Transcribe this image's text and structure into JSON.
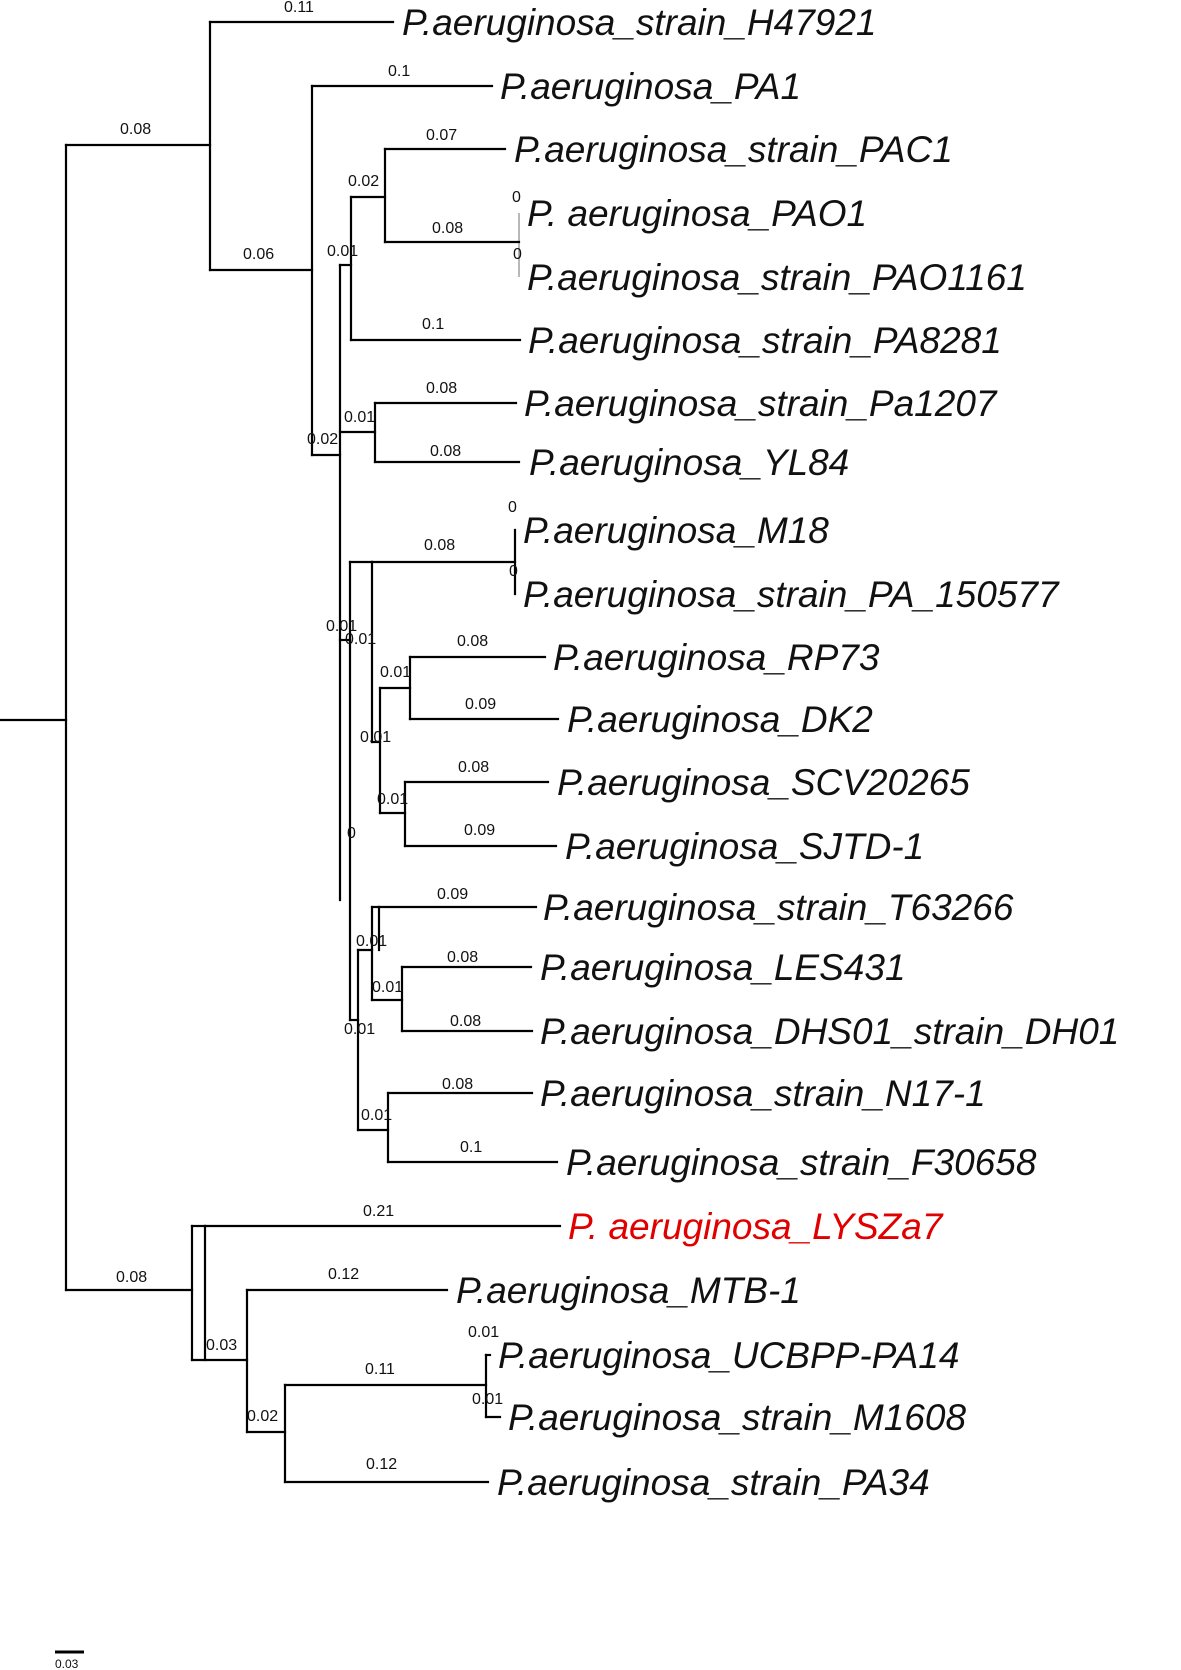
{
  "tree": {
    "highlight_color": "#e00000",
    "branch_color": "#000000",
    "scale_bar_label": "0.03",
    "leaves": [
      {
        "label": "P.aeruginosa_strain_H47921",
        "branch_length": "0.11"
      },
      {
        "label": "P.aeruginosa_PA1",
        "branch_length": "0.1"
      },
      {
        "label": "P.aeruginosa_strain_PAC1",
        "branch_length": "0.07"
      },
      {
        "label": "P. aeruginosa_PAO1",
        "branch_length": "0"
      },
      {
        "label": "P.aeruginosa_strain_PAO1161",
        "branch_length": "0"
      },
      {
        "label": "P.aeruginosa_strain_PA8281",
        "branch_length": "0.1"
      },
      {
        "label": "P.aeruginosa_strain_Pa1207",
        "branch_length": "0.08"
      },
      {
        "label": "P.aeruginosa_YL84",
        "branch_length": "0.08"
      },
      {
        "label": "P.aeruginosa_M18",
        "branch_length": "0"
      },
      {
        "label": "P.aeruginosa_strain_PA_150577",
        "branch_length": "0"
      },
      {
        "label": "P.aeruginosa_RP73",
        "branch_length": "0.08"
      },
      {
        "label": "P.aeruginosa_DK2",
        "branch_length": "0.09"
      },
      {
        "label": "P.aeruginosa_SCV20265",
        "branch_length": "0.08"
      },
      {
        "label": "P.aeruginosa_SJTD-1",
        "branch_length": "0.09"
      },
      {
        "label": "P.aeruginosa_strain_T63266",
        "branch_length": "0.09"
      },
      {
        "label": "P.aeruginosa_LES431",
        "branch_length": "0.08"
      },
      {
        "label": "P.aeruginosa_DHS01_strain_DH01",
        "branch_length": "0.08"
      },
      {
        "label": "P.aeruginosa_strain_N17-1",
        "branch_length": "0.08"
      },
      {
        "label": "P.aeruginosa_strain_F30658",
        "branch_length": "0.1"
      },
      {
        "label": "P. aeruginosa_LYSZa7",
        "branch_length": "0.21",
        "highlight": true
      },
      {
        "label": "P.aeruginosa_MTB-1",
        "branch_length": "0.12"
      },
      {
        "label": "P.aeruginosa_UCBPP-PA14",
        "branch_length": "0.01"
      },
      {
        "label": "P.aeruginosa_strain_M1608",
        "branch_length": "0.01"
      },
      {
        "label": "P.aeruginosa_strain_PA34",
        "branch_length": "0.12"
      }
    ],
    "internal_branches": [
      {
        "id": "upper-clade",
        "branch_length": "0.08"
      },
      {
        "id": "pa1-group",
        "branch_length": "0.06"
      },
      {
        "id": "pac1-pao1-group",
        "branch_length": "0.02"
      },
      {
        "id": "pao1-pair",
        "branch_length": "0.08"
      },
      {
        "id": "pac1-pa8281-group",
        "branch_length": "0.01"
      },
      {
        "id": "main-subclade",
        "branch_length": "0.02"
      },
      {
        "id": "pa1207-yl84",
        "branch_length": "0.01"
      },
      {
        "id": "big-subclade",
        "branch_length": "0.01"
      },
      {
        "id": "m18-pair",
        "branch_length": "0.08"
      },
      {
        "id": "rp73-sjtd-group",
        "branch_length": "0.01"
      },
      {
        "id": "rp73-dk2",
        "branch_length": "0.01"
      },
      {
        "id": "rp73-sjtd",
        "branch_length": "0.01"
      },
      {
        "id": "scv-sjtd",
        "branch_length": "0.01"
      },
      {
        "id": "t63266-f30658",
        "branch_length": "0"
      },
      {
        "id": "t63266-dh01",
        "branch_length": "0.01"
      },
      {
        "id": "les-dh01",
        "branch_length": "0.01"
      },
      {
        "id": "n17-f30658",
        "branch_length": "0.01"
      },
      {
        "id": "t63266-les",
        "branch_length": "0.01"
      },
      {
        "id": "lower-clade",
        "branch_length": "0.08"
      },
      {
        "id": "mtb-pa34",
        "branch_length": "0.03"
      },
      {
        "id": "pa14-pa34",
        "branch_length": "0.02"
      },
      {
        "id": "pa14-m1608",
        "branch_length": "0.11"
      }
    ]
  }
}
